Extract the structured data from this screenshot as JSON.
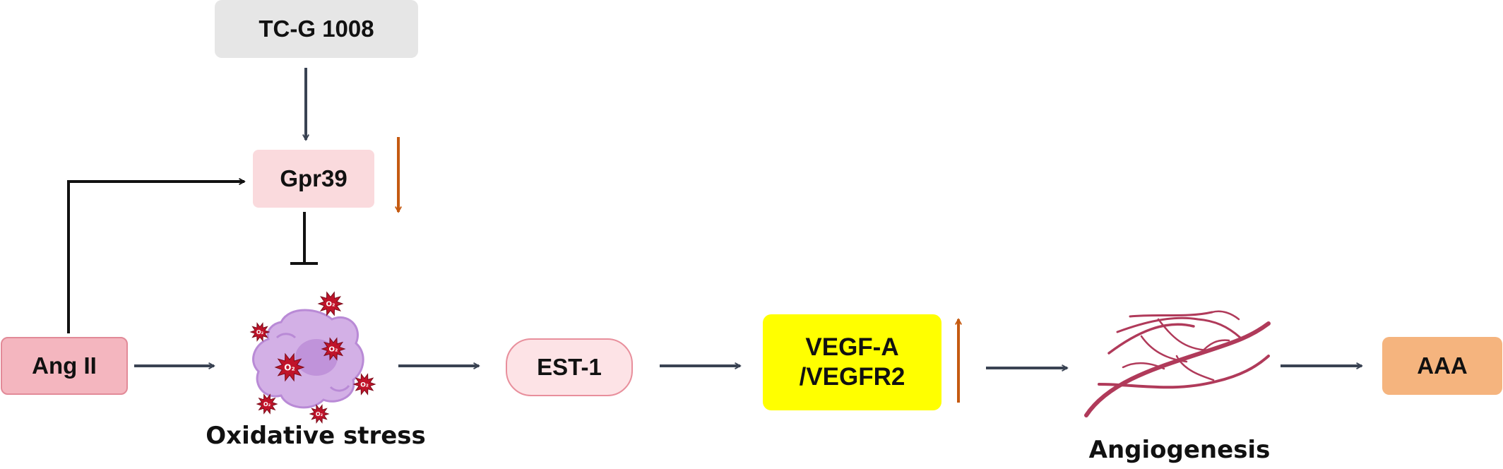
{
  "nodes": {
    "tcg": {
      "label": "TC-G 1008",
      "color": "#e6e6e6"
    },
    "gpr39": {
      "label": "Gpr39",
      "color": "#fadadd"
    },
    "ang": {
      "label": "Ang II",
      "color": "#f4b6bf",
      "border": "#e28a98"
    },
    "est": {
      "label": "EST-1",
      "color": "#fde3e6",
      "border": "#e88f9c"
    },
    "vegf": {
      "line1": "VEGF-A",
      "line2": "/VEGFR2",
      "color": "#ffff00"
    },
    "aaa": {
      "label": "AAA",
      "color": "#f5b47e"
    }
  },
  "labels": {
    "oxidative": "Oxidative stress",
    "angiogenesis": "Angiogenesis",
    "ros": "O₂"
  },
  "colors": {
    "arrow": "#3a4353",
    "black": "#111111",
    "trend": "#c55a11",
    "cell": "#d3b0e6",
    "cell_dark": "#b98ad6",
    "ros": "#c0142a",
    "vessel": "#b03a5a"
  },
  "icons": {
    "cell": "cell-icon",
    "ros": "ros-burst-icon",
    "vessel": "blood-vessel-icon"
  }
}
